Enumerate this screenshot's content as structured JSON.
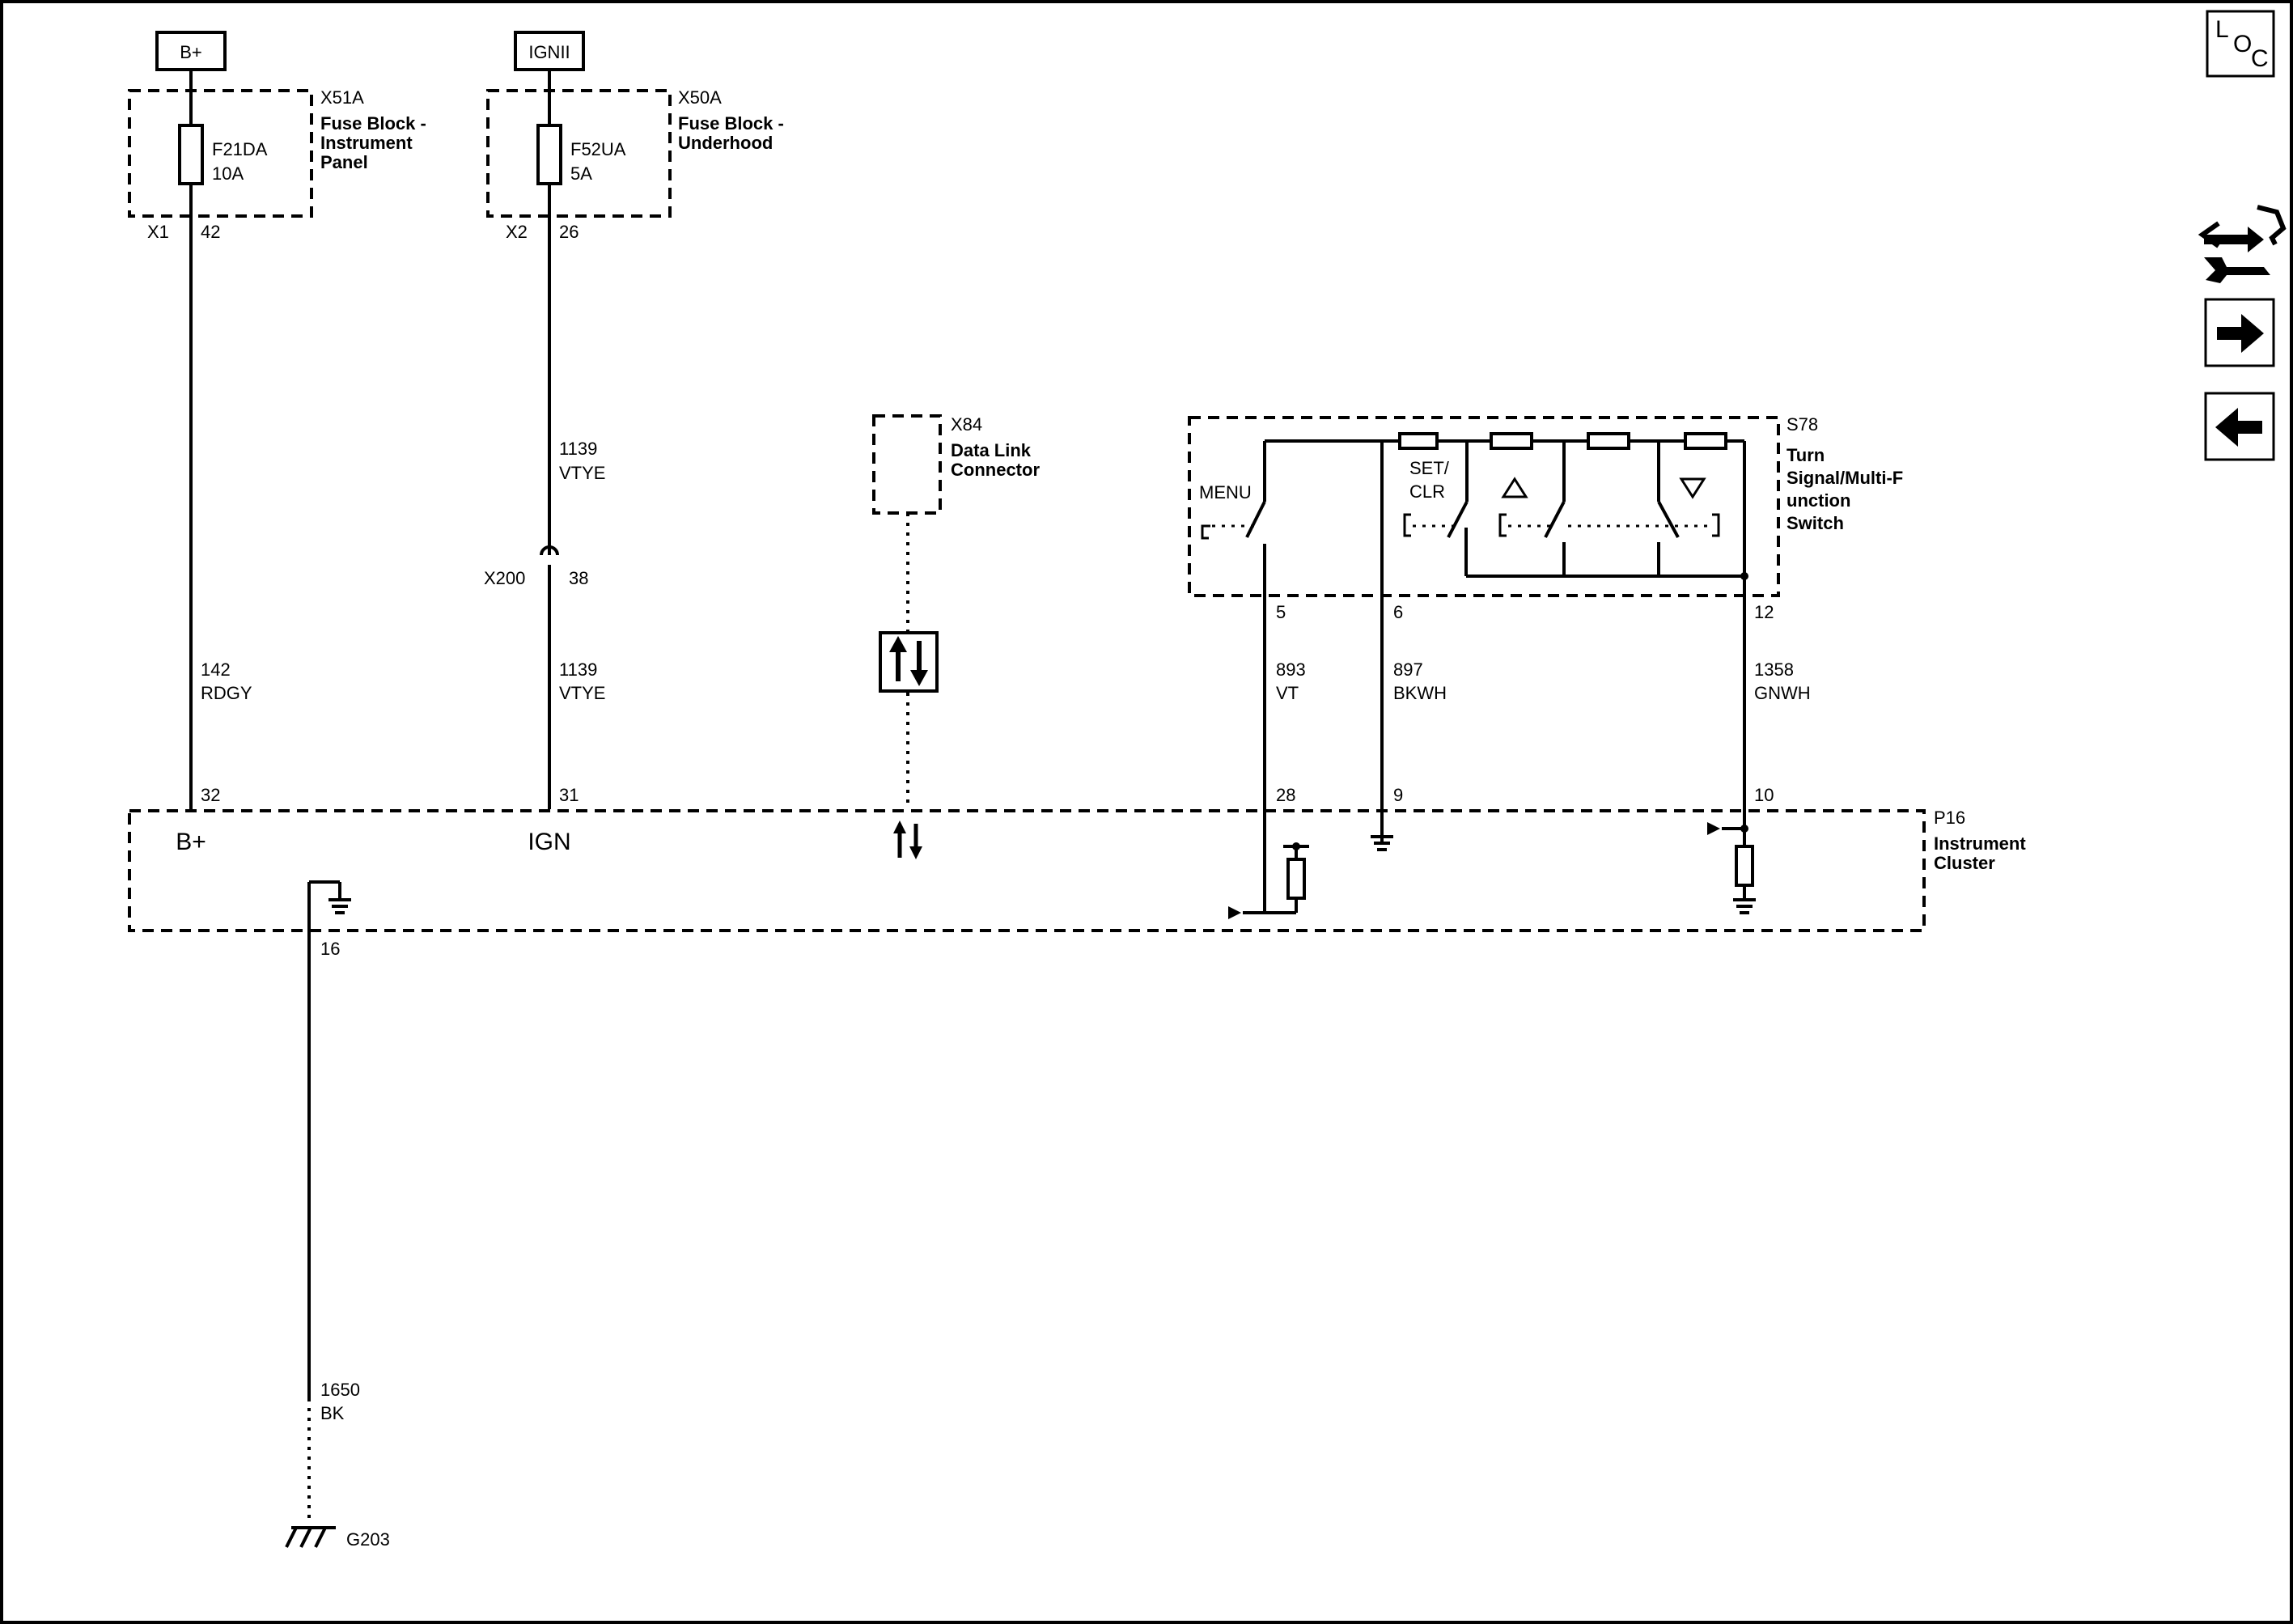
{
  "power_sources": {
    "battery": "B+",
    "ignition": "IGNII"
  },
  "fuse_block_ip": {
    "id": "X51A",
    "name_l1": "Fuse Block -",
    "name_l2": "Instrument",
    "name_l3": "Panel",
    "fuse_id": "F21DA",
    "fuse_rating": "10A",
    "connector": "X1",
    "pin": "42"
  },
  "fuse_block_uh": {
    "id": "X50A",
    "name_l1": "Fuse Block -",
    "name_l2": "Underhood",
    "fuse_id": "F52UA",
    "fuse_rating": "5A",
    "connector": "X2",
    "pin": "26"
  },
  "wires": {
    "b_plus": {
      "circuit": "142",
      "color": "RDGY"
    },
    "ign_upper": {
      "circuit": "1139",
      "color": "VTYE"
    },
    "ign_lower": {
      "circuit": "1139",
      "color": "VTYE"
    },
    "menu": {
      "circuit": "893",
      "color": "VT"
    },
    "set_clr": {
      "circuit": "897",
      "color": "BKWH"
    },
    "signal": {
      "circuit": "1358",
      "color": "GNWH"
    },
    "ground": {
      "circuit": "1650",
      "color": "BK"
    }
  },
  "inline_connector": {
    "id": "X200",
    "pin": "38"
  },
  "dlc": {
    "id": "X84",
    "name_l1": "Data Link",
    "name_l2": "Connector"
  },
  "switch": {
    "id": "S78",
    "name_l1": "Turn",
    "name_l2": "Signal/Multi-F",
    "name_l3": "unction",
    "name_l4": "Switch",
    "menu_label": "MENU",
    "set_label_l1": "SET/",
    "set_label_l2": "CLR",
    "pin_menu": "5",
    "pin_set": "6",
    "pin_signal": "12"
  },
  "cluster": {
    "id": "P16",
    "name_l1": "Instrument",
    "name_l2": "Cluster",
    "pin_bplus": "32",
    "pin_ign": "31",
    "pin_menu": "28",
    "pin_set": "9",
    "pin_signal": "10",
    "pin_ground": "16",
    "label_bplus": "B+",
    "label_ign": "IGN"
  },
  "ground_point": "G203",
  "nav": {
    "loc_l": "L",
    "loc_o": "O",
    "loc_c": "C",
    "icons": [
      "wrench-swap-icon",
      "arrow-right-icon",
      "arrow-left-icon"
    ]
  }
}
